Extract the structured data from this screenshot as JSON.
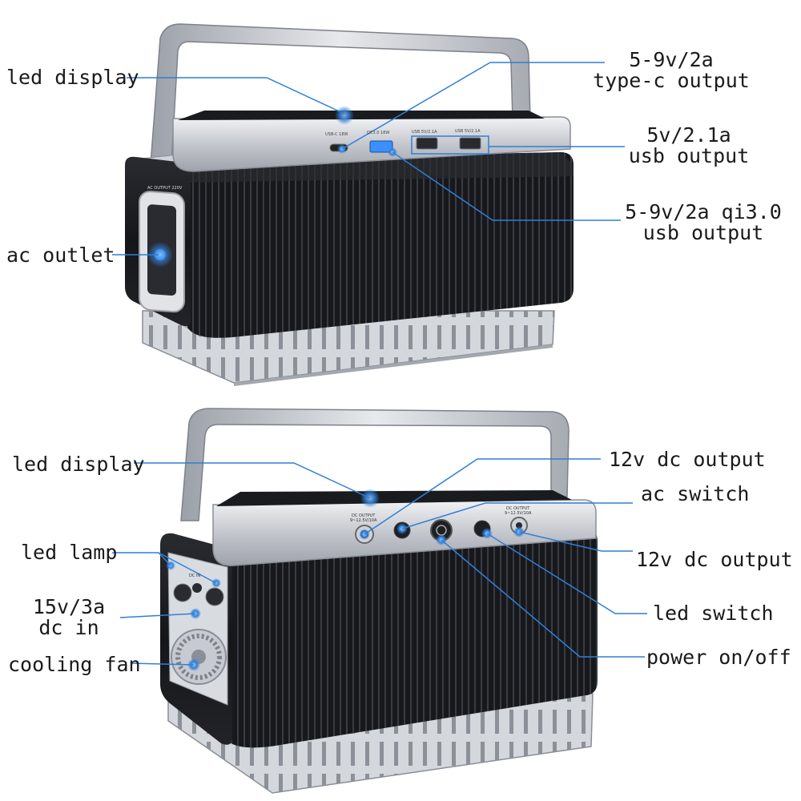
{
  "colors": {
    "callout": "#2f7fd8",
    "body_black": "#1b1c20",
    "silver": "#c9ccd2",
    "port_blue": "#3b8fff"
  },
  "top_unit": {
    "labels": {
      "led_display": "led display",
      "typec_output": [
        "5-9v/2a",
        "type-c output"
      ],
      "usb_output": [
        "5v/2.1a",
        "usb output"
      ],
      "qc_usb_output": [
        "5-9v/2a qi3.0",
        "usb output"
      ],
      "ac_outlet": "ac outlet"
    },
    "port_markings": {
      "usb_c": "USB-C 18W",
      "qc3": "QC3.0 18W",
      "usb_a1": "USB 5V/2.1A",
      "usb_a2": "USB 5V/2.1A",
      "ac": "AC OUTPUT 220V"
    }
  },
  "bottom_unit": {
    "labels": {
      "led_display": "led display",
      "dc_output_left": "12v dc output",
      "ac_switch": "ac switch",
      "dc_output_right": "12v dc output",
      "led_switch": "led switch",
      "power": "power on/off",
      "led_lamp": "led lamp",
      "dc_in": [
        "15v/3a",
        "dc in"
      ],
      "cooling_fan": "cooling fan"
    },
    "port_markings": {
      "dc_left": [
        "DC OUTPUT",
        "9~12.5V/10A"
      ],
      "dc_right": [
        "DC OUTPUT",
        "9~12.5V/10A"
      ],
      "dc_in": "DC IN"
    }
  }
}
